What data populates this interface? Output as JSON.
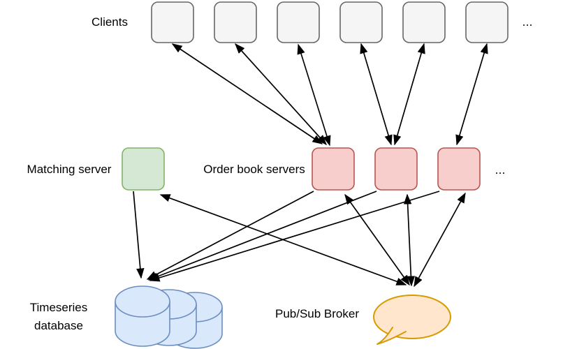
{
  "diagram": {
    "title_hint": "Exchange architecture diagram",
    "labels": {
      "clients": "Clients",
      "matching_server": "Matching server",
      "order_book_servers": "Order book servers",
      "timeseries_db_line1": "Timeseries",
      "timeseries_db_line2": "database",
      "pubsub_broker": "Pub/Sub Broker",
      "clients_ellipsis": "...",
      "order_book_ellipsis": "..."
    },
    "colors": {
      "background": "#ffffff",
      "client_fill": "#f5f5f5",
      "client_stroke": "#666666",
      "matching_fill": "#d5e8d4",
      "matching_stroke": "#82b366",
      "order_book_fill": "#f8cecc",
      "order_book_stroke": "#b85450",
      "db_fill": "#dae8fc",
      "db_stroke": "#6c8ebf",
      "broker_fill": "#ffe6cc",
      "broker_stroke": "#d79b00",
      "arrow": "#000000",
      "text": "#000000"
    },
    "counts": {
      "client_boxes": 6,
      "order_book_boxes": 3,
      "db_cylinders": 3
    },
    "edges": [
      {
        "from": "client-1",
        "to": "order-book-server-1",
        "directed": "both"
      },
      {
        "from": "client-2",
        "to": "order-book-server-1",
        "directed": "both"
      },
      {
        "from": "client-3",
        "to": "order-book-server-1",
        "directed": "both"
      },
      {
        "from": "client-4",
        "to": "order-book-server-2",
        "directed": "both"
      },
      {
        "from": "client-5",
        "to": "order-book-server-2",
        "directed": "both"
      },
      {
        "from": "client-6",
        "to": "order-book-server-3",
        "directed": "both"
      },
      {
        "from": "matching-server",
        "to": "timeseries-database",
        "directed": "one-way"
      },
      {
        "from": "order-book-server-1",
        "to": "timeseries-database",
        "directed": "one-way"
      },
      {
        "from": "order-book-server-2",
        "to": "timeseries-database",
        "directed": "one-way"
      },
      {
        "from": "order-book-server-3",
        "to": "timeseries-database",
        "directed": "one-way"
      },
      {
        "from": "matching-server",
        "to": "pubsub-broker",
        "directed": "both"
      },
      {
        "from": "order-book-server-1",
        "to": "pubsub-broker",
        "directed": "both"
      },
      {
        "from": "order-book-server-2",
        "to": "pubsub-broker",
        "directed": "both"
      },
      {
        "from": "order-book-server-3",
        "to": "pubsub-broker",
        "directed": "both"
      }
    ]
  }
}
